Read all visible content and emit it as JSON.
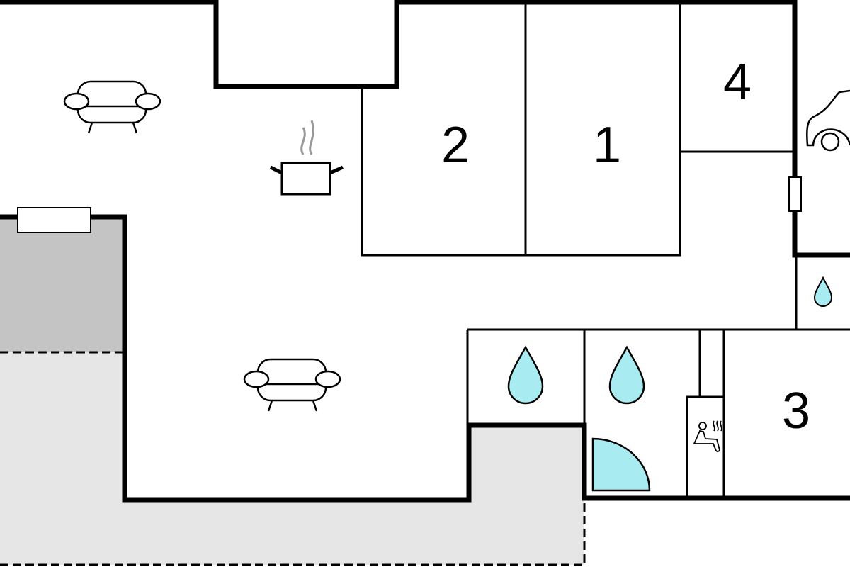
{
  "rooms": [
    {
      "label": "2"
    },
    {
      "label": "1"
    },
    {
      "label": "4"
    },
    {
      "label": "3"
    }
  ],
  "icons": [
    "sofa-icon",
    "cooking-pot-icon",
    "car-icon",
    "water-drop-icon",
    "shower-icon",
    "sauna-icon",
    "window-icon"
  ],
  "colors": {
    "wall": "#000000",
    "terrace_dark": "#c4c4c4",
    "terrace_light": "#e6e6e6",
    "water": "#a8ecf2"
  }
}
